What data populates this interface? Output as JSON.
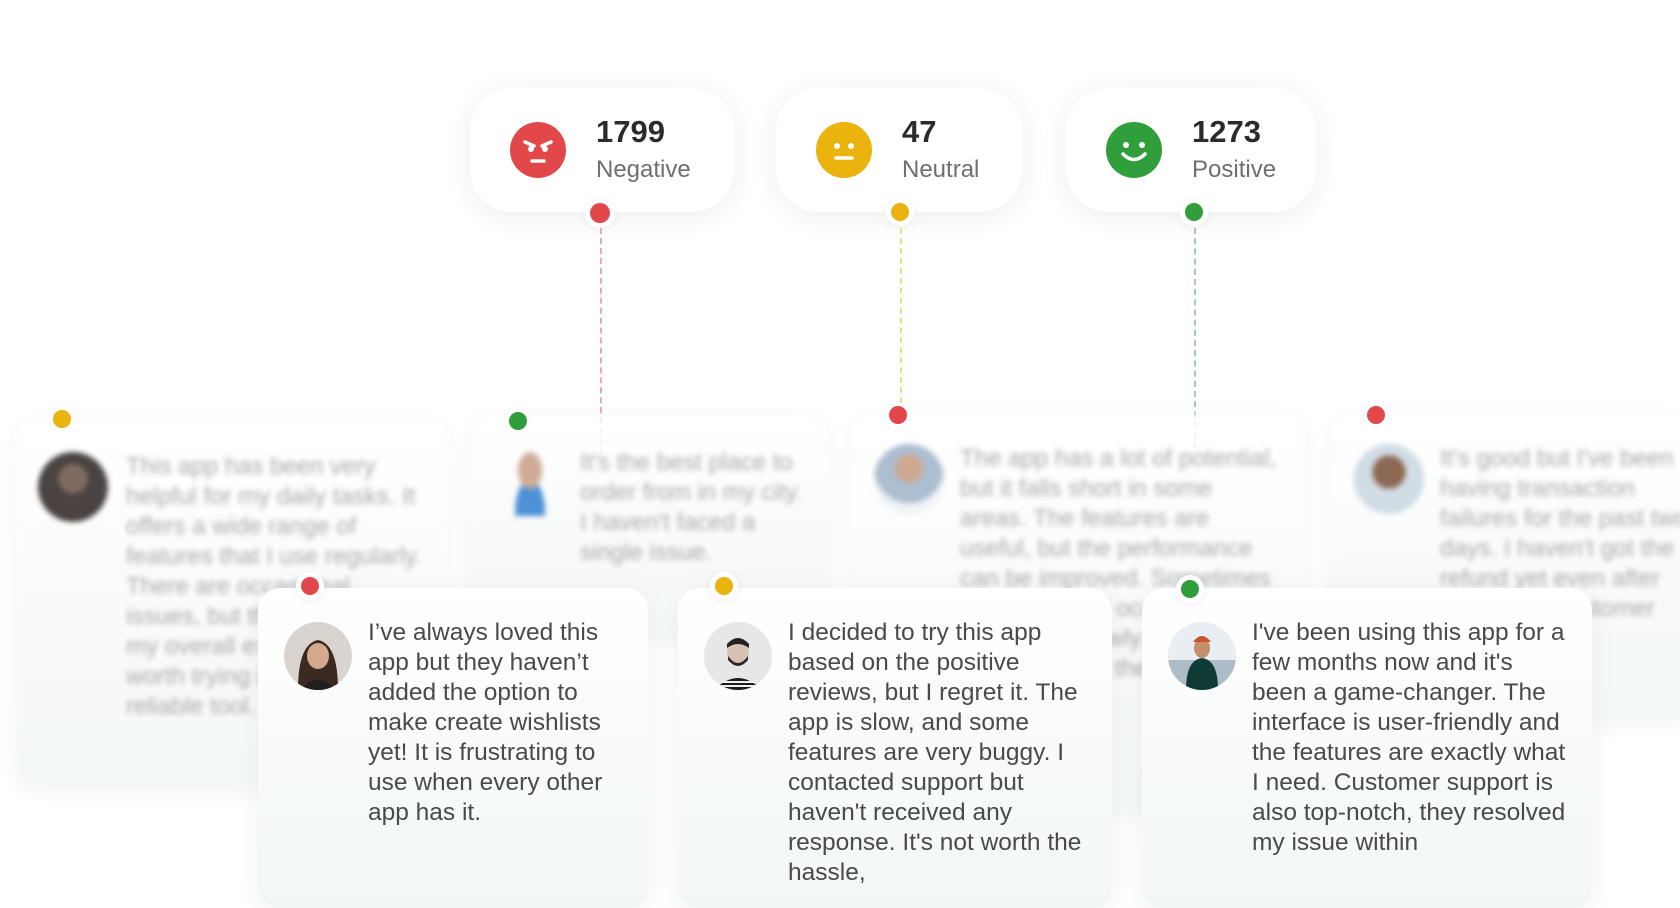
{
  "sentiment": {
    "negative": {
      "count": "1799",
      "label": "Negative",
      "color": "#e2474a",
      "face_icon": "angry-face-icon"
    },
    "neutral": {
      "count": "47",
      "label": "Neutral",
      "color": "#eab30d",
      "face_icon": "neutral-face-icon"
    },
    "positive": {
      "count": "1273",
      "label": "Positive",
      "color": "#2f9e3b",
      "face_icon": "smiling-face-icon"
    }
  },
  "reviews_back": [
    {
      "text": "This app has been very helpful for my daily tasks. It offers a wide range of features that I use regularly. There are occasional issues, but they don't affect my overall experience. It's worth trying if you need a reliable tool.",
      "sentiment": "neutral"
    },
    {
      "text": "It's the best place to order from in my city. I haven't faced a single issue.",
      "sentiment": "positive"
    },
    {
      "text": "The app has a lot of potential, but it falls short in some areas. The features are useful, but the performance can be improved. Sometimes it crashes and occasionally loads very slowly. I hope the developers fix these issues soon.",
      "sentiment": "negative"
    },
    {
      "text": "It's good but I've been having transaction failures for the past two days. I haven't got the refund yet even after contacting customer service.",
      "sentiment": "negative"
    }
  ],
  "reviews_front": [
    {
      "text": "I’ve always loved this app but they haven’t added the option to make create wishlists yet! It is frustrating to use when every other app has it.",
      "sentiment": "negative"
    },
    {
      "text": "I decided to try this app based on the positive reviews, but I regret it. The app is slow, and some features are very buggy. I contacted support but haven't received any response. It's not worth the hassle,",
      "sentiment": "neutral"
    },
    {
      "text": "I've been using this app for a few months now and it's been a game-changer. The interface is user-friendly and the features are exactly what I need. Customer support is also top-notch, they resolved my issue within",
      "sentiment": "positive"
    }
  ]
}
